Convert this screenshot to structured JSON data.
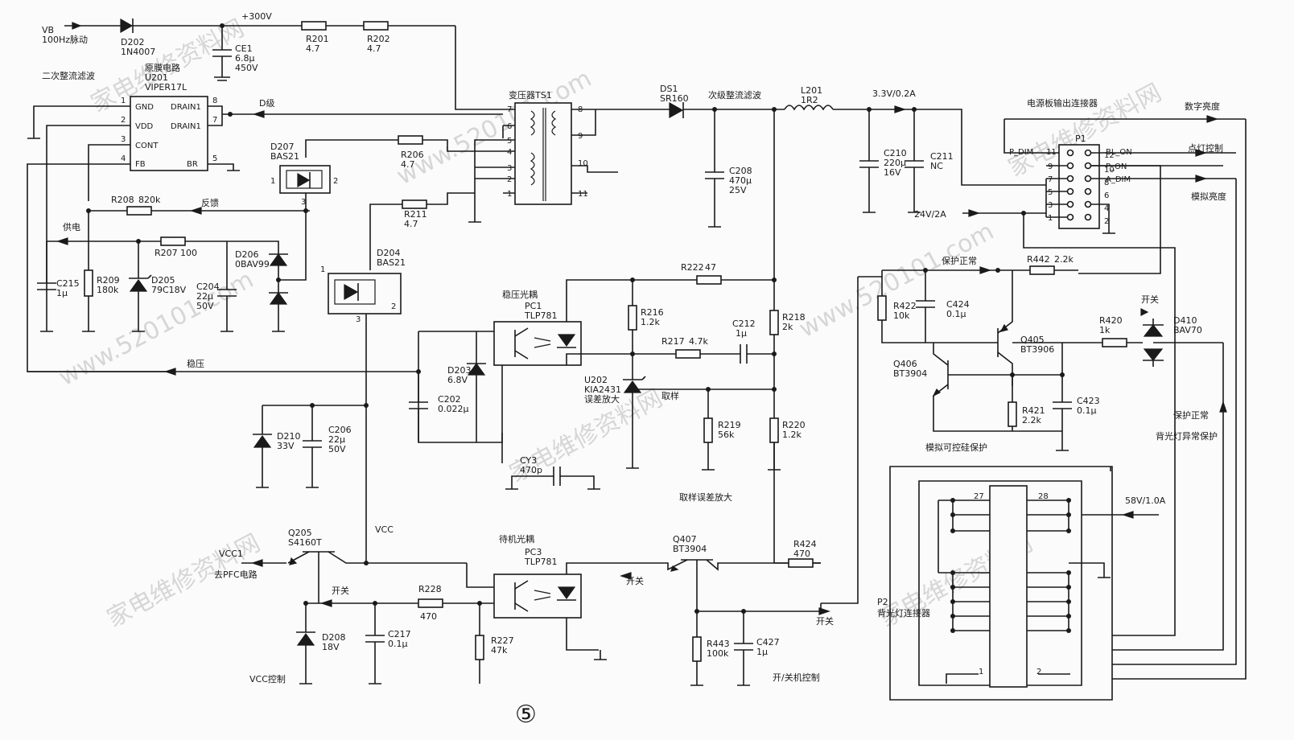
{
  "page_number": "⑤",
  "watermarks": {
    "cn": "家电维修资料网",
    "url": "www.520101.com"
  },
  "ic": {
    "name": "U201",
    "part": "VIPER17L",
    "title": "原膜电路",
    "pins": {
      "gnd": "GND",
      "vdd": "VDD",
      "cont": "CONT",
      "fb": "FB",
      "drain1": "DRAIN1",
      "drain2": "DRAIN1",
      "br": "BR"
    },
    "pin_nums": {
      "p1": "1",
      "p2": "2",
      "p3": "3",
      "p4": "4",
      "p8": "8",
      "p7": "7",
      "p5": "5"
    }
  },
  "labels": {
    "vb": "VB",
    "vb_note": "100Hz脉动",
    "secondary_rect_left": "二次整流滤波",
    "v300": "+300V",
    "d_level": "D级",
    "feedback": "反馈",
    "supply": "供电",
    "stabilize": "稳压",
    "transformer": "变压器TS1",
    "secondary_rect": "次级整流滤波",
    "v33": "3.3V/0.2A",
    "out_connector": "电源板输出连接器",
    "digital_brightness": "数字亮度",
    "light_control": "点灯控制",
    "analog_brightness": "模拟亮度",
    "v24": "24V/2A",
    "protect_normal": "保护正常",
    "switch_top": "开关",
    "protect_normal_2": "保护正常",
    "backlight_protect": "背光灯异常保护",
    "analog_scr_protect": "模拟可控硅保护",
    "opto_stab": "稳压光耦",
    "opto_standby": "待机光耦",
    "sample": "取样",
    "sample_amp": "取样误差放大",
    "error_amp": "误差放大",
    "vcc": "VCC",
    "vcc1": "VCC1",
    "to_pfc": "去PFC电路",
    "switch1": "开关",
    "switch2": "开关",
    "switch3": "开关",
    "vcc_ctrl": "VCC控制",
    "onoff_ctrl": "开/关机控制",
    "v58": "58V/1.0A",
    "p2_title": "P2",
    "p2_name": "背光灯连接器"
  },
  "components": {
    "d202": {
      "ref": "D202",
      "val": "1N4007"
    },
    "ce1": {
      "ref": "CE1",
      "val": "6.8μ",
      "v": "450V"
    },
    "r201": {
      "ref": "R201",
      "val": "4.7"
    },
    "r202": {
      "ref": "R202",
      "val": "4.7"
    },
    "d207": {
      "ref": "D207",
      "val": "BAS21"
    },
    "r206": {
      "ref": "R206",
      "val": "4.7"
    },
    "r211": {
      "ref": "R211",
      "val": "4.7"
    },
    "r208": {
      "ref": "R208",
      "val": "820k"
    },
    "r207": {
      "ref": "R207",
      "val": "100"
    },
    "d206": {
      "ref": "D206",
      "val": "0BAV99"
    },
    "c215": {
      "ref": "C215",
      "val": "1μ"
    },
    "r209": {
      "ref": "R209",
      "val": "180k"
    },
    "d205": {
      "ref": "D205",
      "val": "79C18V"
    },
    "c204": {
      "ref": "C204",
      "val": "22μ",
      "v": "50V"
    },
    "d204": {
      "ref": "D204",
      "val": "BAS21"
    },
    "ds1": {
      "ref": "DS1",
      "val": "SR160"
    },
    "c208": {
      "ref": "C208",
      "val": "470μ",
      "v": "25V"
    },
    "l201": {
      "ref": "L201",
      "val": "1R2"
    },
    "c210": {
      "ref": "C210",
      "val": "220μ",
      "v": "16V"
    },
    "c211": {
      "ref": "C211",
      "val": "NC"
    },
    "p1": {
      "ref": "P1"
    },
    "pc1": {
      "ref": "PC1",
      "val": "TLP781"
    },
    "r222": {
      "ref": "R222",
      "val": "47"
    },
    "r216": {
      "ref": "R216",
      "val": "1.2k"
    },
    "r218": {
      "ref": "R218",
      "val": "2k"
    },
    "r217": {
      "ref": "R217",
      "val": "4.7k"
    },
    "c212": {
      "ref": "C212",
      "val": "1μ"
    },
    "d203": {
      "ref": "D203",
      "val": "6.8V"
    },
    "u202": {
      "ref": "U202",
      "val": "KIA2431"
    },
    "c202": {
      "ref": "C202",
      "val": "0.022μ"
    },
    "r219": {
      "ref": "R219",
      "val": "56k"
    },
    "r220": {
      "ref": "R220",
      "val": "1.2k"
    },
    "cy3": {
      "ref": "CY3",
      "val": "470p"
    },
    "d210": {
      "ref": "D210",
      "val": "33V"
    },
    "c206": {
      "ref": "C206",
      "val": "22μ",
      "v": "50V"
    },
    "q205": {
      "ref": "Q205",
      "val": "S4160T"
    },
    "r228": {
      "ref": "R228",
      "val": "470"
    },
    "pc3": {
      "ref": "PC3",
      "val": "TLP781"
    },
    "q407": {
      "ref": "Q407",
      "val": "BT3904"
    },
    "r424": {
      "ref": "R424",
      "val": "470"
    },
    "d208": {
      "ref": "D208",
      "val": "18V"
    },
    "c217": {
      "ref": "C217",
      "val": "0.1μ"
    },
    "r227": {
      "ref": "R227",
      "val": "47k"
    },
    "r443": {
      "ref": "R443",
      "val": "100k"
    },
    "c427": {
      "ref": "C427",
      "val": "1μ"
    },
    "r442": {
      "ref": "R442",
      "val": "2.2k"
    },
    "r422": {
      "ref": "R422",
      "val": "10k"
    },
    "c424": {
      "ref": "C424",
      "val": "0.1μ"
    },
    "q405": {
      "ref": "Q405",
      "val": "BT3906"
    },
    "r420": {
      "ref": "R420",
      "val": "1k"
    },
    "d410": {
      "ref": "D410",
      "val": "BAV70"
    },
    "q406": {
      "ref": "Q406",
      "val": "BT3904"
    },
    "r421": {
      "ref": "R421",
      "val": "2.2k"
    },
    "c423": {
      "ref": "C423",
      "val": "0.1μ"
    }
  },
  "transformer_pins": {
    "t7": "7",
    "t6": "6",
    "t5": "5",
    "t4": "4",
    "t3": "3",
    "t2": "2",
    "t1": "1",
    "t8": "8",
    "t9": "9",
    "t10": "10",
    "t11": "11"
  },
  "p1_pins": {
    "p11": "11",
    "p9": "9",
    "p7": "7",
    "p5": "5",
    "p3": "3",
    "p1": "1",
    "p12": "12",
    "p10": "10",
    "p8": "8",
    "p6": "6",
    "p4": "4",
    "p2": "2"
  },
  "p1_signals": {
    "p_dim": "P_DIM",
    "bl_on": "BL_ON",
    "p_on": "P_ON",
    "a_dim": "A_DIM"
  },
  "p2_pins": {
    "p27": "27",
    "p28": "28",
    "p1": "1",
    "p2": "2"
  },
  "pin_marks": {
    "d207_1": "1",
    "d207_2": "2",
    "d207_3": "3",
    "d204_1": "1",
    "d204_2": "2",
    "d204_3": "3"
  }
}
